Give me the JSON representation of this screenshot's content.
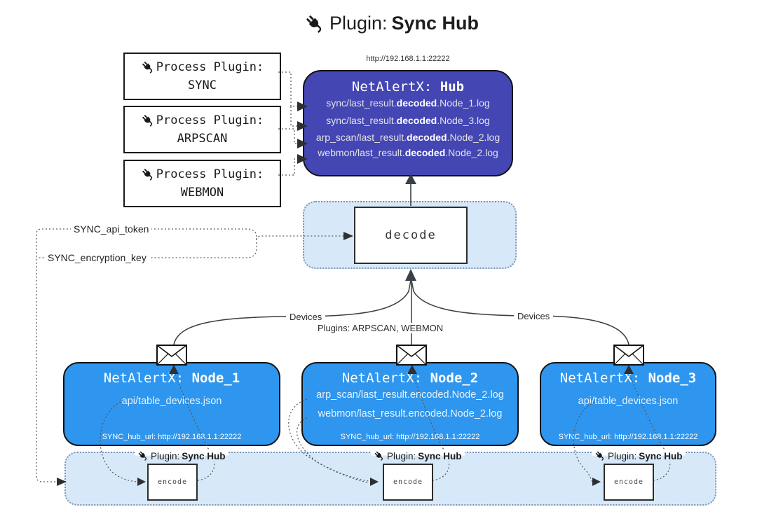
{
  "title": {
    "prefix": "Plugin: ",
    "bold": "Sync Hub"
  },
  "process_plugins": [
    {
      "line1": "Process Plugin:",
      "line2": "SYNC"
    },
    {
      "line1": "Process Plugin:",
      "line2": "ARPSCAN"
    },
    {
      "line1": "Process Plugin:",
      "line2": "WEBMON"
    }
  ],
  "hub": {
    "url": "http://192.168.1.1:22222",
    "title_prefix": "NetAlertX: ",
    "title_bold": "Hub",
    "lines": [
      {
        "prefix": "sync/last_result.",
        "bold": "decoded",
        "suffix": ".Node_1.log"
      },
      {
        "prefix": "sync/last_result.",
        "bold": "decoded",
        "suffix": ".Node_3.log"
      },
      {
        "prefix": "arp_scan/last_result.",
        "bold": "decoded",
        "suffix": ".Node_2.log"
      },
      {
        "prefix": "webmon/last_result.",
        "bold": "decoded",
        "suffix": ".Node_2.log"
      }
    ]
  },
  "decode_label": "decode",
  "settings": {
    "api_token": "SYNC_api_token",
    "encryption_key": "SYNC_encryption_key"
  },
  "edges": {
    "devices_left": "Devices",
    "devices_right": "Devices",
    "plugins_mid": "Plugins: ARPSCAN, WEBMON"
  },
  "nodes": [
    {
      "title_prefix": "NetAlertX: ",
      "title_bold": "Node_1",
      "lines": [
        "api/table_devices.json"
      ],
      "hub_url": "SYNC_hub_url: http://192.168.1.1:22222"
    },
    {
      "title_prefix": "NetAlertX: ",
      "title_bold": "Node_2",
      "lines": [
        "arp_scan/last_result.encoded.Node_2.log",
        "webmon/last_result.encoded.Node_2.log"
      ],
      "hub_url": "SYNC_hub_url: http://192.168.1.1:22222"
    },
    {
      "title_prefix": "NetAlertX: ",
      "title_bold": "Node_3",
      "lines": [
        "api/table_devices.json"
      ],
      "hub_url": "SYNC_hub_url: http://192.168.1.1:22222"
    }
  ],
  "sync_units": [
    {
      "label_prefix": "Plugin: ",
      "label_bold": "Sync Hub",
      "encode": "encode"
    },
    {
      "label_prefix": "Plugin: ",
      "label_bold": "Sync Hub",
      "encode": "encode"
    },
    {
      "label_prefix": "Plugin: ",
      "label_bold": "Sync Hub",
      "encode": "encode"
    }
  ],
  "colors": {
    "hub": "#4446B4",
    "node": "#2E96EE",
    "panel": "#D7E9F9"
  }
}
